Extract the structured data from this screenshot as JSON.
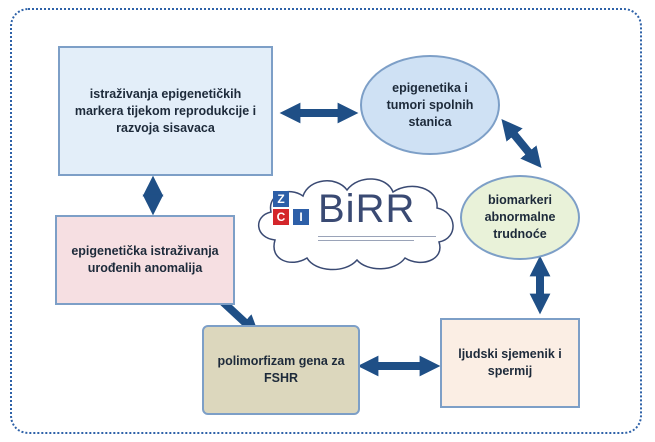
{
  "boxes": {
    "b1": "istraživanja epigenetičkih markera tijekom reprodukcije i razvoja sisavaca",
    "b2": "epigenetika i tumori spolnih stanica",
    "b3": "biomarkeri abnormalne trudnoće",
    "b4": "epigenetička istraživanja urođenih anomalija",
    "b5": "polimorfizam gena za FSHR",
    "b6": "ljudski sjemenik i spermij"
  },
  "logo": {
    "letters": [
      "Z",
      "C",
      "I"
    ],
    "wordmark": "BiRR",
    "letter_colors": [
      "#2d5fa8",
      "#d4262b",
      "#2d5fa8"
    ]
  },
  "colors": {
    "arrow": "#1f4f86",
    "frame": "#2e62a8"
  }
}
